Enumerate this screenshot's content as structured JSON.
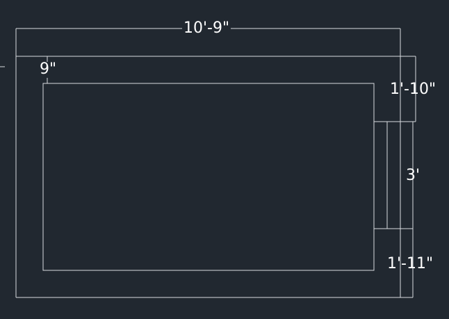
{
  "drawing": {
    "background": "#212830",
    "line_color": "#d9dce0",
    "text_color": "#ffffff",
    "dimensions": {
      "overall_width": "10'-9\"",
      "wall_offset": "9\"",
      "top_right": "1'-10\"",
      "opening": "3'",
      "bottom_right": "1'-11\""
    }
  }
}
